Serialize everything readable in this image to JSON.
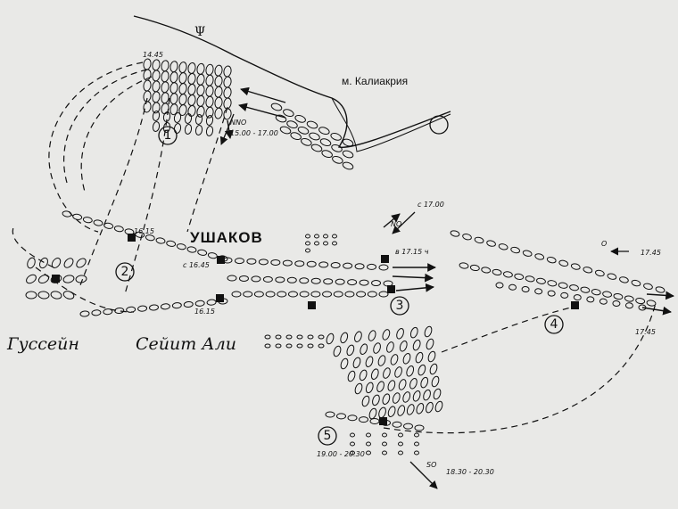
{
  "map": {
    "title": "УШАКОВ",
    "place": "м. Калиакрия",
    "commanders": {
      "left": "Гуссейн",
      "middle": "Сейит Али"
    },
    "phases": [
      "1",
      "2",
      "3",
      "4",
      "5"
    ],
    "winds": [
      {
        "dir": "NNO",
        "time": "15.00 - 17.00"
      },
      {
        "dir": "NO",
        "time": "с 17.00"
      },
      {
        "dir": "O",
        "time": "17.45"
      },
      {
        "dir": "SO",
        "time": "18.30 - 20.30"
      }
    ],
    "times": {
      "t1445": "14.45",
      "t1615a": "16.15",
      "t1645": "с 16.45",
      "t1615b": "16.15",
      "t1715": "в 17.15 ч",
      "t1745": "17.45",
      "phase5": "19.00 - 20.30"
    }
  },
  "colors": {
    "ink": "#111111",
    "paper": "#e9e9e7"
  }
}
